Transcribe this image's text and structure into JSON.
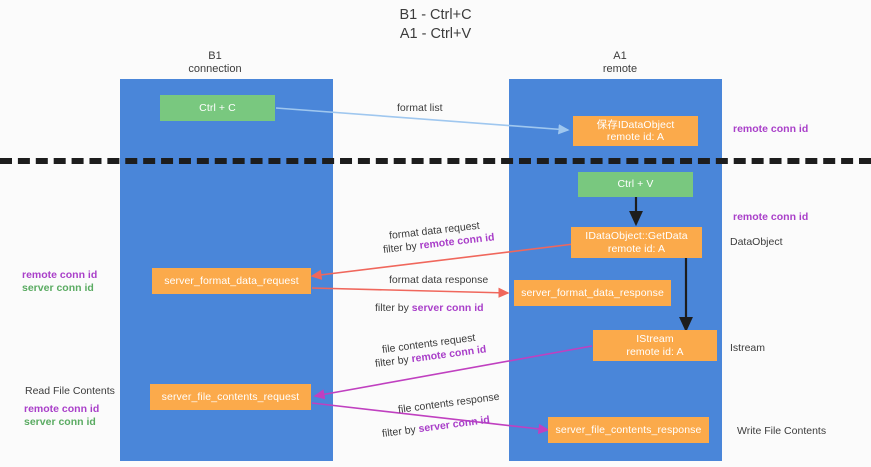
{
  "title": "B1 - Ctrl+C\nA1 - Ctrl+V",
  "columns": [
    {
      "name": "b1-column",
      "label": "B1\nconnection"
    },
    {
      "name": "a1-column",
      "label": "A1\nremote"
    }
  ],
  "nodes": [
    {
      "id": "ctrl-c",
      "label": "Ctrl + C",
      "color": "green"
    },
    {
      "id": "save-idataobject",
      "label": "保存IDataObject\nremote id: A",
      "color": "orange"
    },
    {
      "id": "ctrl-v",
      "label": "Ctrl + V",
      "color": "green"
    },
    {
      "id": "idataobject-getdata",
      "label": "IDataObject::GetData\nremote id: A",
      "color": "orange"
    },
    {
      "id": "server-format-data-request",
      "label": "server_format_data_request",
      "color": "orange"
    },
    {
      "id": "server-format-data-response",
      "label": "server_format_data_response",
      "color": "orange"
    },
    {
      "id": "istream",
      "label": "IStream\nremote id: A",
      "color": "orange"
    },
    {
      "id": "server-file-contents-request",
      "label": "server_file_contents_request",
      "color": "orange"
    },
    {
      "id": "server-file-contents-response",
      "label": "server_file_contents_response",
      "color": "orange"
    }
  ],
  "edge_labels": {
    "format_list": "format list",
    "format_data_request": "format data request",
    "format_data_request_filter_prefix": "filter by ",
    "format_data_request_filter_key": "remote conn id",
    "format_data_response": "format data response",
    "format_data_response_filter_prefix": "filter by ",
    "format_data_response_filter_key": "server conn id",
    "file_contents_request": "file contents request",
    "file_contents_request_filter_prefix": "filter by ",
    "file_contents_request_filter_key": "remote conn id",
    "file_contents_response": "file contents response",
    "file_contents_response_filter_prefix": "filter by ",
    "file_contents_response_filter_key": "server conn id"
  },
  "annotations": {
    "right_remote_conn_id_top": "remote conn id",
    "right_remote_conn_id_mid": "remote conn id",
    "right_dataobject": "DataObject",
    "right_istream": "Istream",
    "right_write_file_contents": "Write File Contents",
    "left_remote_conn_id_mid": "remote conn id",
    "left_server_conn_id_mid": "server conn id",
    "left_read_file_contents": "Read File Contents",
    "left_remote_conn_id_bot": "remote conn id",
    "left_server_conn_id_bot": "server conn id"
  },
  "colors": {
    "lane": "#4a86d9",
    "node_green": "#79c87f",
    "node_orange": "#fbaa4b",
    "arrow_blue": "#9fc7ef",
    "arrow_dark": "#1d1d1d",
    "arrow_red": "#f0675c",
    "arrow_magenta": "#c040c0",
    "text_purple": "#a93fc9",
    "text_green": "#5aab62",
    "divider": "#1d1d1d",
    "background": "#fbfbfb"
  }
}
